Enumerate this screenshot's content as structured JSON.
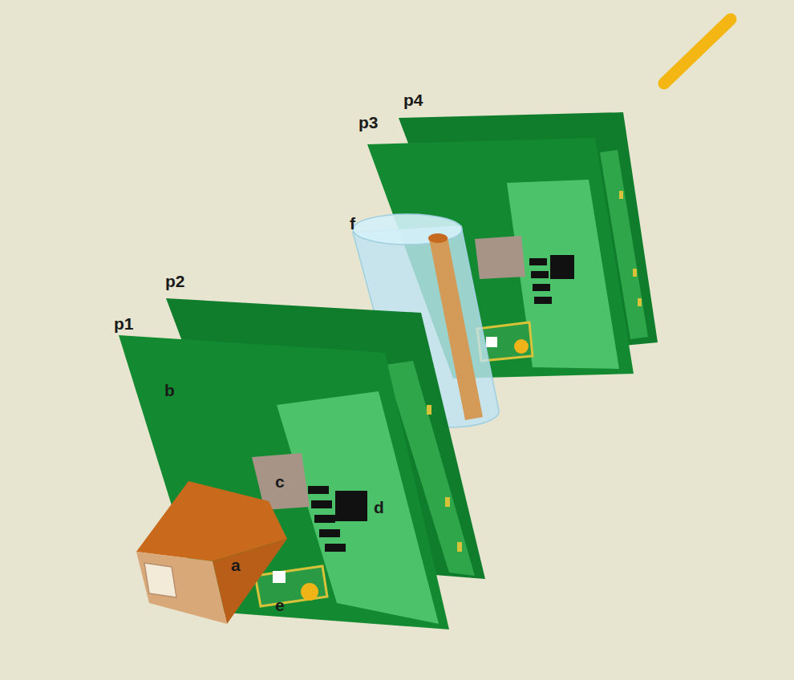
{
  "diagram": {
    "labels": [
      "p4",
      "p3",
      "f",
      "p2",
      "p1",
      "b",
      "c",
      "d",
      "a",
      "e"
    ]
  }
}
